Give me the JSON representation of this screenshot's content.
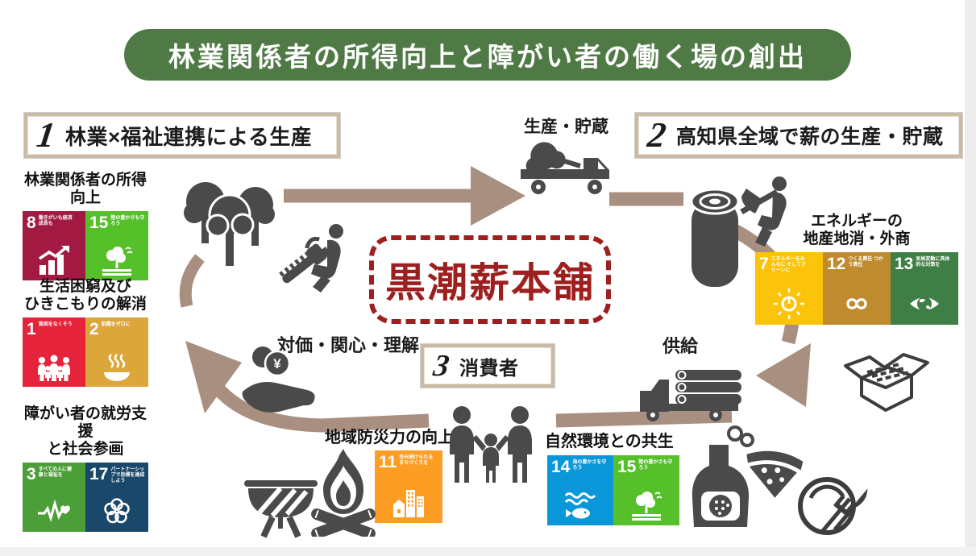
{
  "banner": {
    "title": "林業関係者の所得向上と障がい者の働く場の創出"
  },
  "steps": [
    {
      "number": "1",
      "label": "林業×福祉連携による生産"
    },
    {
      "number": "2",
      "label": "高知県全域で薪の生産・貯蔵"
    },
    {
      "number": "3",
      "label": "消費者"
    }
  ],
  "center_badge": {
    "label": "黒潮薪本舗"
  },
  "flow_labels": {
    "production_storage": "生産・貯蔵",
    "supply": "供給",
    "payment": "対価・関心・理解"
  },
  "sdg_groups": [
    {
      "id": "forestry-income",
      "title_lines": [
        "林業関係者の所得向上"
      ],
      "tiles": [
        {
          "number": "8",
          "subtitle": "働きがいも経済成長も",
          "color": "#A21942"
        },
        {
          "number": "15",
          "subtitle": "陸の豊かさも守ろう",
          "color": "#56C02B"
        }
      ]
    },
    {
      "id": "poverty-hikikomori",
      "title_lines": [
        "生活困窮及び",
        "ひきこもりの解消"
      ],
      "tiles": [
        {
          "number": "1",
          "subtitle": "貧困をなくそう",
          "color": "#E5243B"
        },
        {
          "number": "2",
          "subtitle": "飢餓をゼロに",
          "color": "#DDA63A"
        }
      ]
    },
    {
      "id": "disability-employment",
      "title_lines": [
        "障がい者の就労支援",
        "と社会参画"
      ],
      "tiles": [
        {
          "number": "3",
          "subtitle": "すべての人に健康と福祉を",
          "color": "#4C9F38"
        },
        {
          "number": "17",
          "subtitle": "パートナーシップで目標を達成しよう",
          "color": "#19486A"
        }
      ]
    },
    {
      "id": "energy-local",
      "title_lines": [
        "エネルギーの",
        "地産地消・外商"
      ],
      "tiles": [
        {
          "number": "7",
          "subtitle": "エネルギーをみんなに そしてクリーンに",
          "color": "#FCC30B"
        },
        {
          "number": "12",
          "subtitle": "つくる責任 つかう責任",
          "color": "#BF8B2E"
        },
        {
          "number": "13",
          "subtitle": "気候変動に具体的な対策を",
          "color": "#3F7E44"
        }
      ]
    },
    {
      "id": "disaster-resilience",
      "title_lines": [
        "地域防災力の向上"
      ],
      "tiles": [
        {
          "number": "11",
          "subtitle": "住み続けられるまちづくりを",
          "color": "#FD9D24"
        }
      ]
    },
    {
      "id": "nature-coexistence",
      "title_lines": [
        "自然環境との共生"
      ],
      "tiles": [
        {
          "number": "14",
          "subtitle": "海の豊かさを守ろう",
          "color": "#0A97D9"
        },
        {
          "number": "15",
          "subtitle": "陸の豊かさも守ろう",
          "color": "#56C02B"
        }
      ]
    }
  ],
  "icons": {
    "trees-icon": "three trees silhouette",
    "chainsaw-worker-icon": "worker with chainsaw",
    "tree-truck-icon": "truck carrying a tree",
    "axe-splitting-icon": "worker splitting a log with an axe",
    "firewood-truck-icon": "truck loaded with firewood logs",
    "yen-hand-icon": "hand holding yen coins",
    "family-icon": "family holding hands",
    "firewood-box-icon": "open cardboard box of firewood",
    "bbq-grill-icon": "barbecue grill",
    "campfire-icon": "campfire on crossed logs",
    "wood-stove-icon": "wood stove with steam",
    "pizza-icon": "pizza slice",
    "plate-cutlery-icon": "plate with fork and knife"
  },
  "colors": {
    "banner_green": "#507a45",
    "arrow_tan": "#a98f7f",
    "badge_red": "#9e1f1f",
    "icon_gray": "#4a4a4a",
    "box_border_tan": "#cbbba2",
    "sdg": {
      "1": "#E5243B",
      "2": "#DDA63A",
      "3": "#4C9F38",
      "7": "#FCC30B",
      "8": "#A21942",
      "11": "#FD9D24",
      "12": "#BF8B2E",
      "13": "#3F7E44",
      "14": "#0A97D9",
      "15": "#56C02B",
      "17": "#19486A"
    }
  }
}
